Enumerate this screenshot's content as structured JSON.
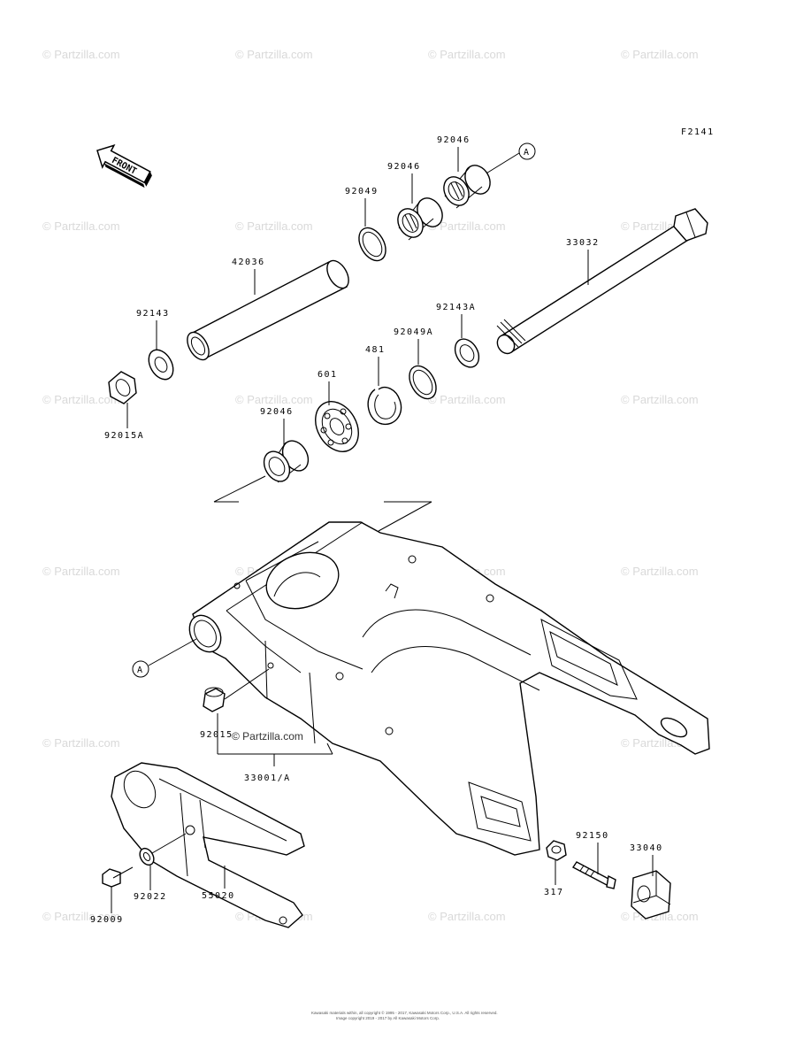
{
  "diagram_id": "F2141",
  "watermark": "© Partzilla.com",
  "front_label": "FRONT",
  "callout_letter": "A",
  "labels": {
    "p92046_top": "92046",
    "p92046_mid": "92046",
    "p92049": "92049",
    "p33032": "33032",
    "p42036": "42036",
    "p92143": "92143",
    "p92143A": "92143A",
    "p92049A": "92049A",
    "p481": "481",
    "p601": "601",
    "p92046_low": "92046",
    "p92015A": "92015A",
    "p92015": "92015",
    "p33001A": "33001/A",
    "p92150": "92150",
    "p33040": "33040",
    "p317": "317",
    "p92022": "92022",
    "p55020": "55020",
    "p92009": "92009"
  },
  "footer": {
    "line1": "Kawasaki materials within, all copyright © 1995 - 2017, Kawasaki Motors Corp., U.S.A. All rights reserved.",
    "line2": "Image copyright 2019 - 2017 by All Kawasaki Motors Corp."
  }
}
